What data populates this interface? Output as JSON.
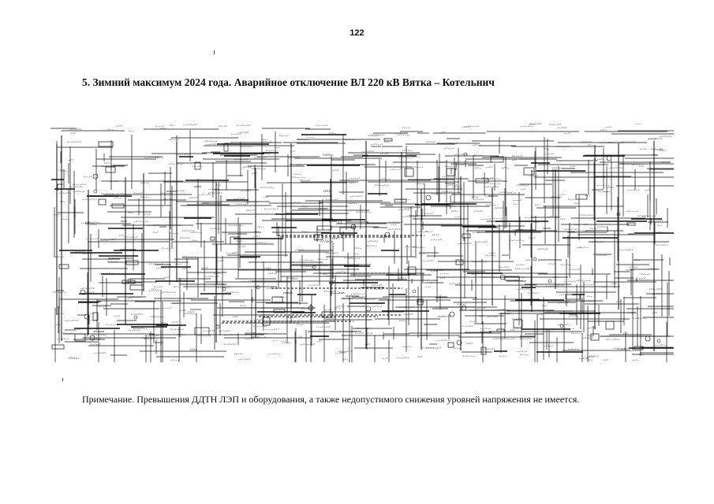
{
  "page": {
    "number": "122",
    "title": "5. Зимний максимум 2024 года. Аварийное отключение ВЛ 220 кВ Вятка – Котельнич",
    "note": "Примечание. Превышения ДДТН ЛЭП и оборудования, а также недопустимого снижения уровней напряжения не имеется."
  },
  "colors": {
    "ink": "#111111",
    "paper": "#ffffff"
  }
}
